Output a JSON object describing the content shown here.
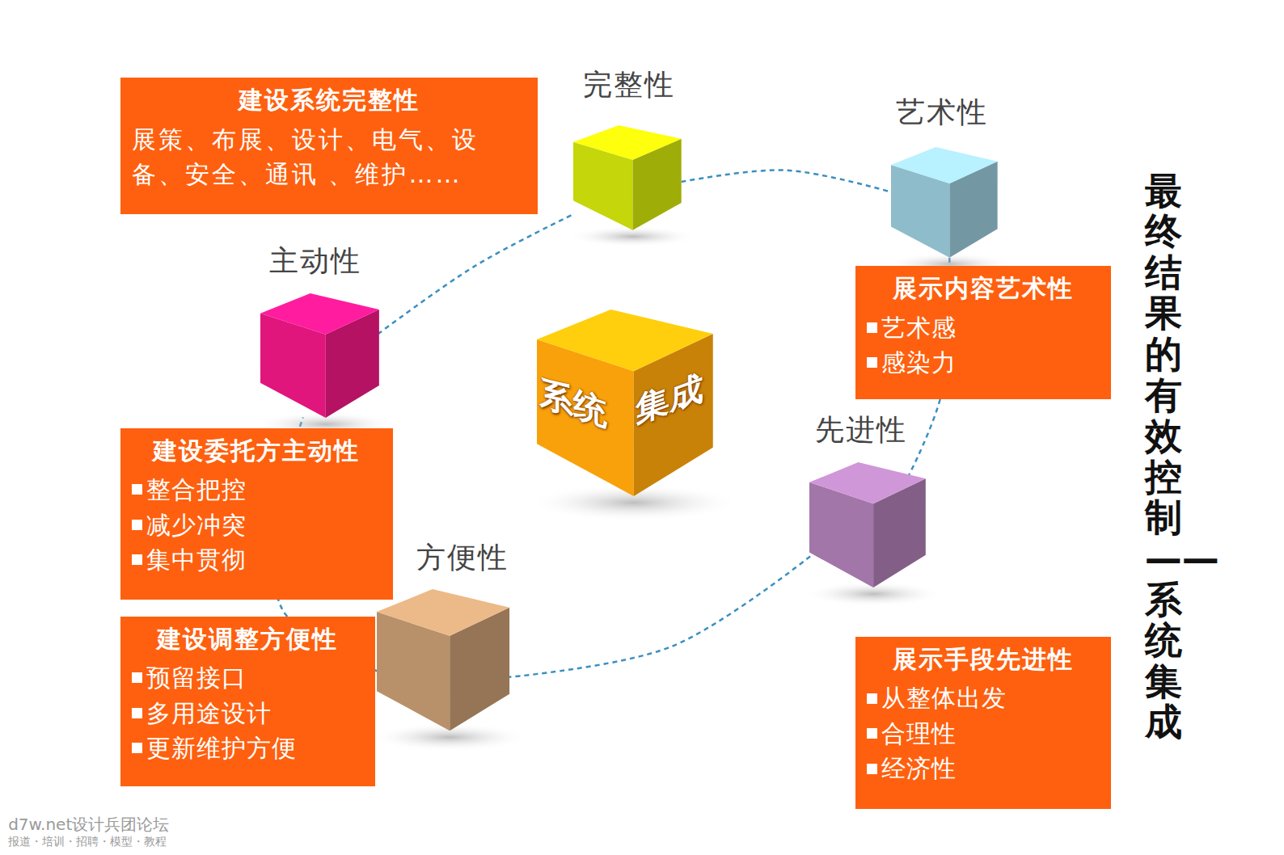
{
  "diagram": {
    "title": "最终结果的有效控制——系统集成",
    "nodes": [
      {
        "text": [
          "建设系统完整性",
          "展策、布展、设计、电气、设备、安全、通讯 、维护……"
        ]
      },
      {
        "text": [
          "完整性"
        ]
      },
      {
        "text": [
          "艺术性"
        ]
      },
      {
        "text": [
          "主动性"
        ]
      },
      {
        "text": [
          "展示内容艺术性",
          "艺术感",
          "感染力"
        ]
      },
      {
        "text": [
          "系统",
          "集成"
        ]
      },
      {
        "text": [
          "先进性"
        ]
      },
      {
        "text": [
          "建设委托方主动性",
          "整合把控",
          "减少冲突",
          "集中贯彻"
        ]
      },
      {
        "text": [
          "方便性"
        ]
      },
      {
        "text": [
          "建设调整方便性",
          "预留接口",
          "多用途设计",
          "更新维护方便"
        ]
      },
      {
        "text": [
          "展示手段先进性",
          "从整体出发",
          "合理性",
          "经济性"
        ]
      }
    ],
    "edges": [
      {
        "from": 3,
        "to": 1,
        "arrow": "none"
      },
      {
        "from": 1,
        "to": 2,
        "arrow": "none"
      },
      {
        "from": 2,
        "to": 6,
        "arrow": "none"
      },
      {
        "from": 6,
        "to": 8,
        "arrow": "none"
      },
      {
        "from": 8,
        "to": 3,
        "arrow": "none"
      }
    ],
    "labels": [
      "d7w.net设计兵团论坛",
      "报道・培训・招聘・模型・教程"
    ]
  }
}
